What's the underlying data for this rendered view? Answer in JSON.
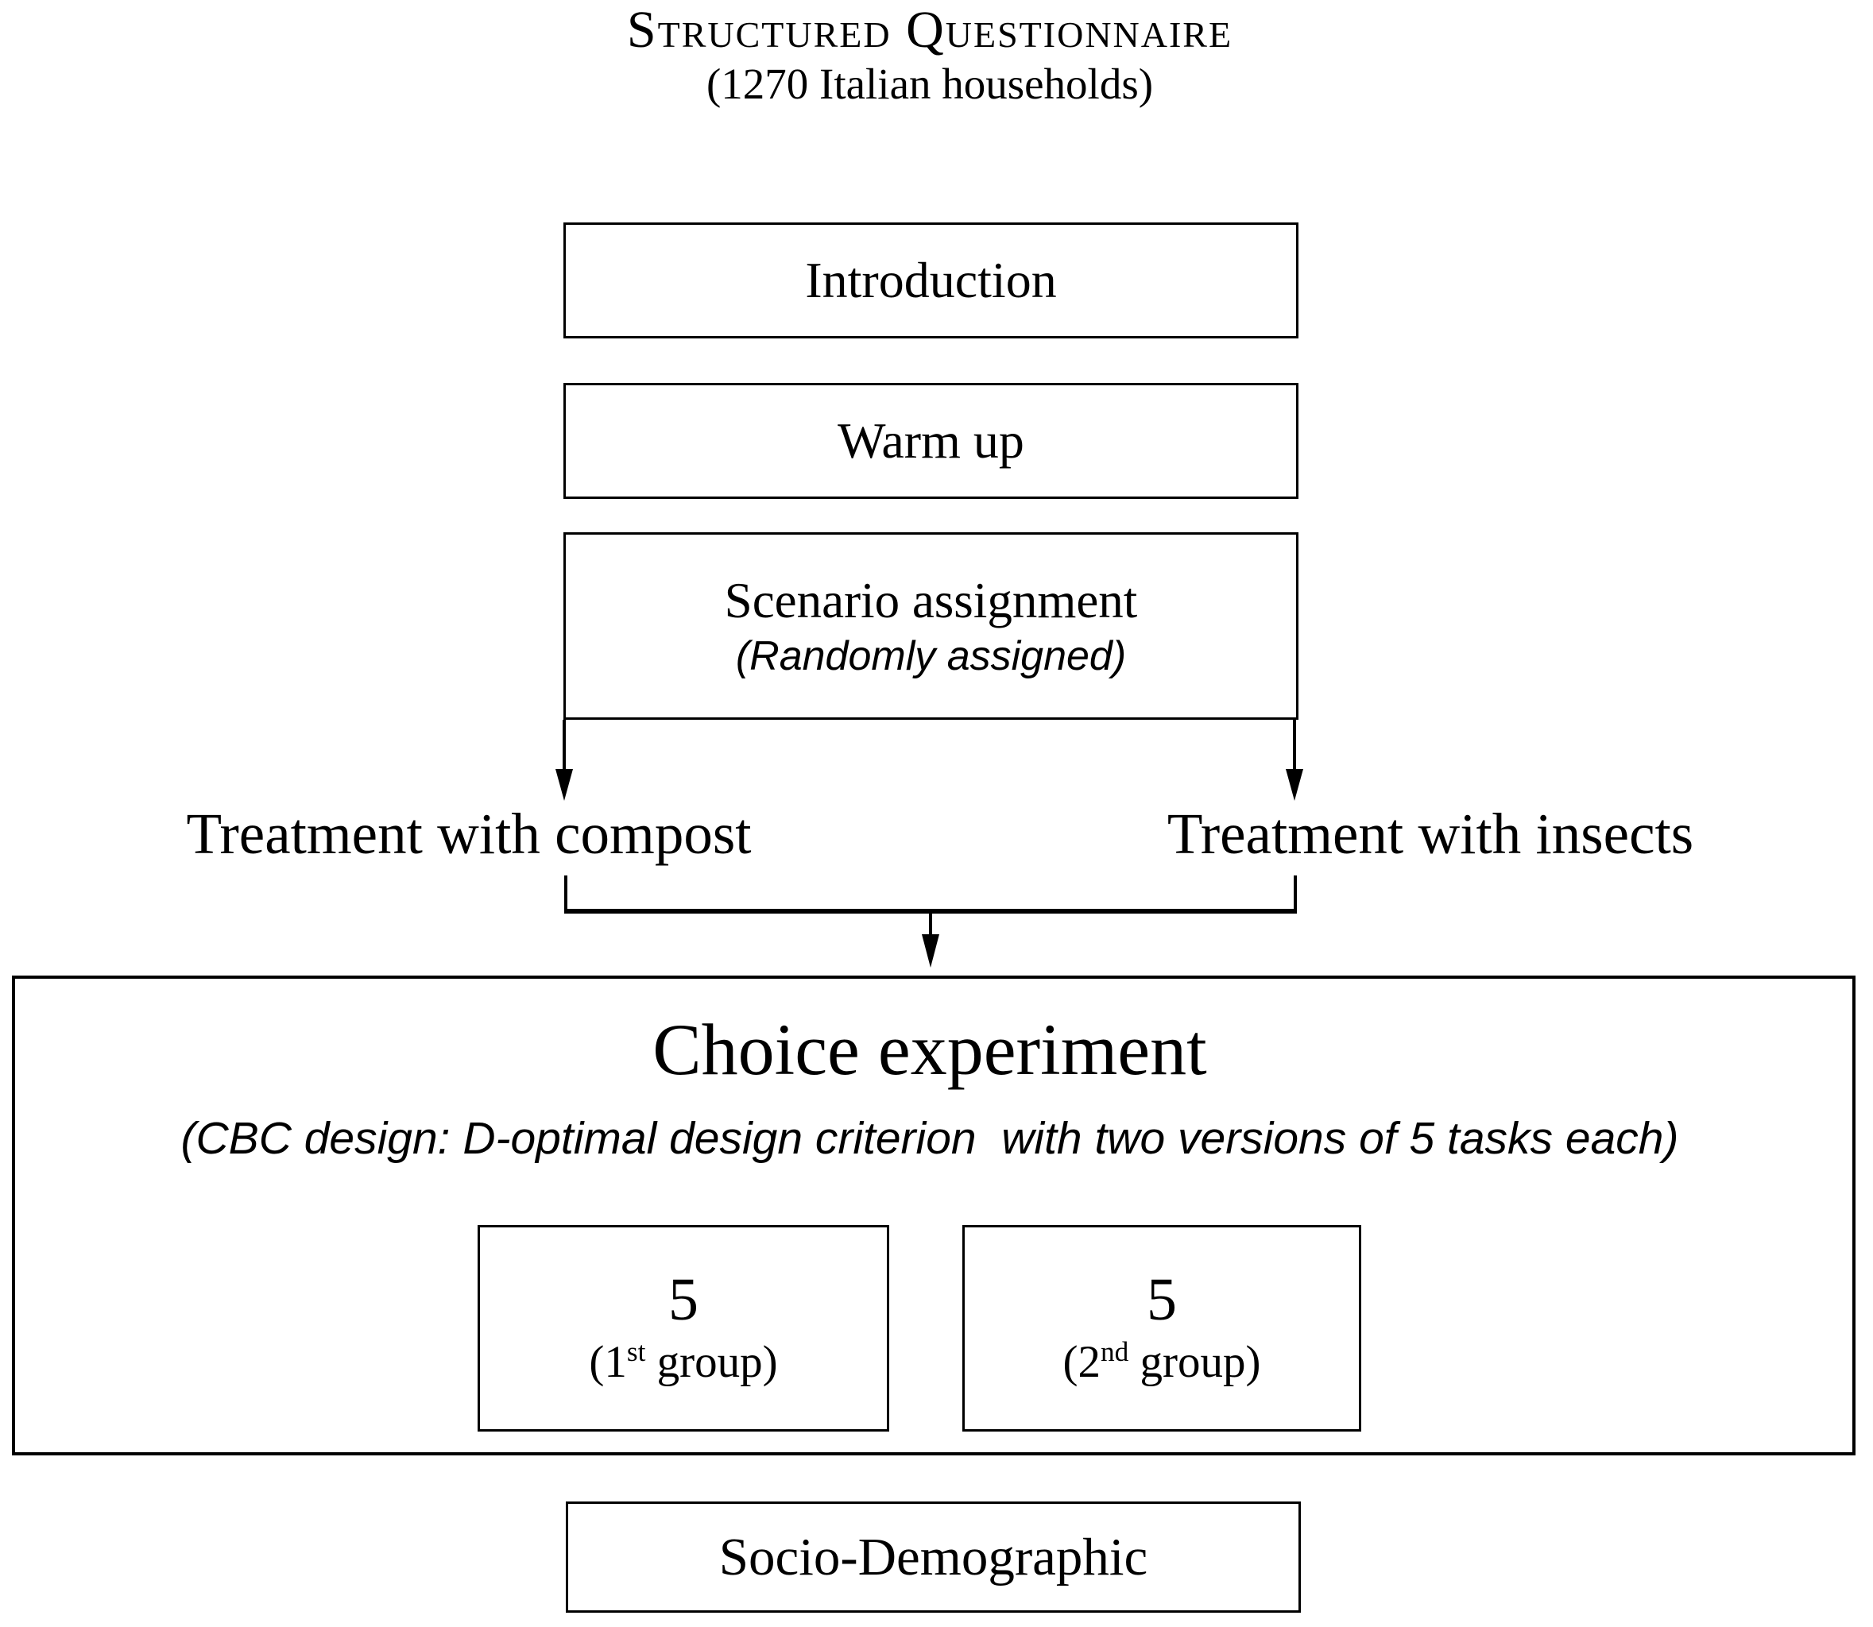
{
  "header": {
    "title": "Structured Questionnaire",
    "subtitle": "(1270 Italian households)"
  },
  "flow": {
    "introduction": "Introduction",
    "warm_up": "Warm up",
    "scenario": {
      "title": "Scenario assignment",
      "note": "(Randomly assigned)"
    },
    "treatment_left": "Treatment with compost",
    "treatment_right": "Treatment with insects",
    "choice_experiment": {
      "title": "Choice experiment",
      "note": "(CBC design: D-optimal design criterion  with two versions of 5 tasks each)",
      "group1": {
        "count": "5",
        "label_prefix": "(1",
        "label_sup": "st",
        "label_suffix": " group)"
      },
      "group2": {
        "count": "5",
        "label_prefix": "(2",
        "label_sup": "nd",
        "label_suffix": " group)"
      }
    },
    "socio_demographic": "Socio-Demographic"
  },
  "colors": {
    "ink": "#000000",
    "background": "#ffffff"
  }
}
